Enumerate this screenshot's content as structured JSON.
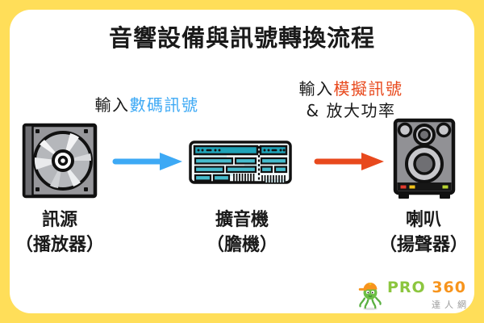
{
  "title": "音響設備與訊號轉換流程",
  "colors": {
    "frame_yellow": "#FFDE59",
    "ink": "#1A1A1A",
    "arrow_blue": "#3DA9F5",
    "arrow_orange": "#E8491D",
    "amp_teal": "#45BCCD",
    "amp_teal_dark": "#1FA3B8",
    "logo_green": "#8CC63F",
    "logo_orange": "#F7941D",
    "tagline_gray": "#9B9B9B"
  },
  "flow": {
    "arrow1": {
      "prefix": "輸入",
      "highlight": "數碼訊號"
    },
    "arrow2": {
      "prefix": "輸入",
      "highlight": "模擬訊號",
      "line2": "& 放大功率"
    },
    "devices": [
      {
        "name": "訊源",
        "alias": "（播放器）",
        "icon": "cd-player-icon"
      },
      {
        "name": "擴音機",
        "alias": "（膽機）",
        "icon": "amplifier-icon"
      },
      {
        "name": "喇叭",
        "alias": "（揚聲器）",
        "icon": "speaker-icon"
      }
    ]
  },
  "logo": {
    "brand_primary": "PRO",
    "brand_secondary": "360",
    "tagline": "達人網"
  }
}
